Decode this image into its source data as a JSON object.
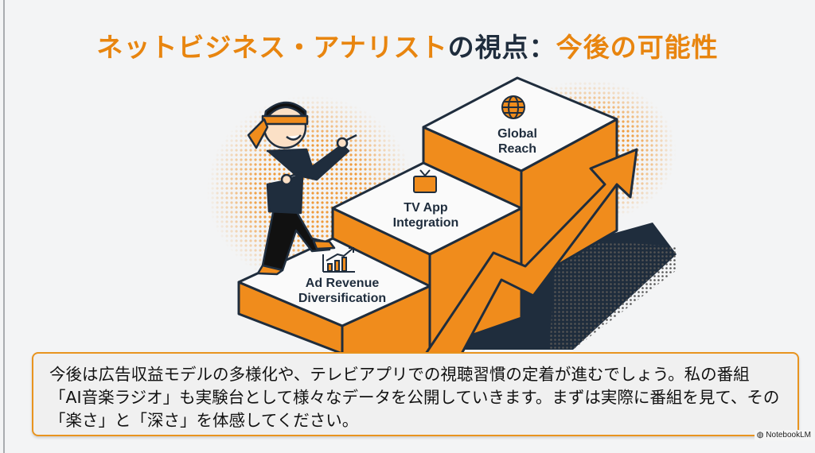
{
  "title": {
    "part1": "ネットビジネス・アナリスト",
    "part2": "の視点：",
    "part3": "今後の可能性"
  },
  "steps": [
    {
      "label_line1": "Ad Revenue",
      "label_line2": "Diversification",
      "icon": "bar-chart-up-icon"
    },
    {
      "label_line1": "TV App",
      "label_line2": "Integration",
      "icon": "tv-icon"
    },
    {
      "label_line1": "Global",
      "label_line2": "Reach",
      "icon": "globe-icon"
    }
  ],
  "body_text": "今後は広告収益モデルの多様化や、テレビアプリでの視聴習慣の定着が進むでしょう。私の番組「AI音楽ラジオ」も実験台として様々なデータを公開していきます。まずは実際に番組を見て、その「楽さ」と「深さ」を体感してください。",
  "watermark": "NotebookLM",
  "colors": {
    "accent": "#e8850f",
    "navy": "#1f2d3d",
    "background": "#f3f4f5"
  }
}
